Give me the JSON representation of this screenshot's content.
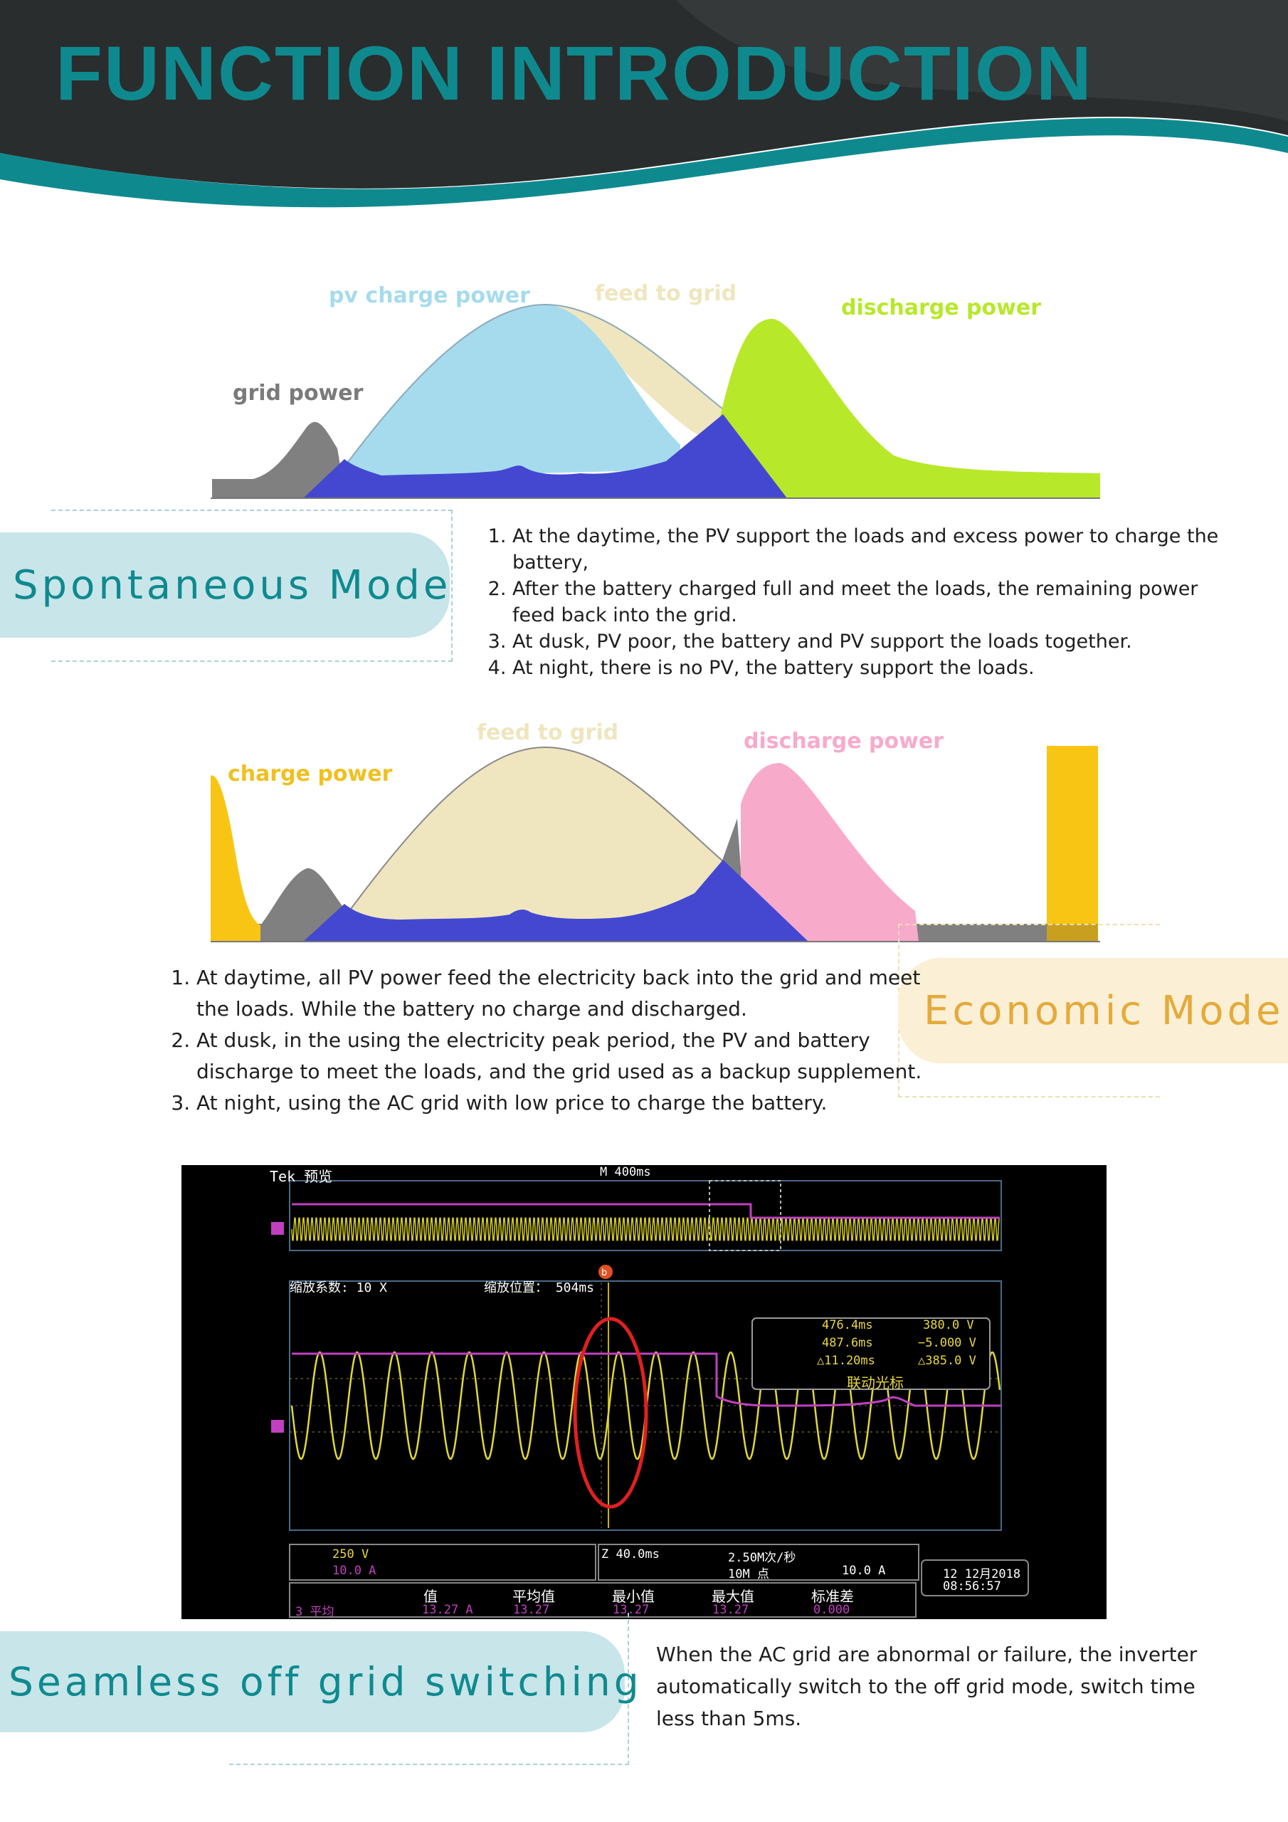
{
  "header": {
    "title": "FUNCTION INTRODUCTION"
  },
  "spontaneous": {
    "chart_labels": {
      "pv_charge_power": "pv charge power",
      "feed_to_grid": "feed to grid",
      "discharge_power": "discharge power",
      "grid_power": "grid power"
    },
    "mode_title": "Spontaneous Mode",
    "items": [
      "At the daytime, the PV support the loads and excess power to charge the battery,",
      "After the battery charged full and meet the loads, the remaining power feed back into the grid.",
      "At dusk, PV poor, the battery and PV support the loads together.",
      "At night, there is no PV, the battery support the loads."
    ]
  },
  "economic": {
    "chart_labels": {
      "feed_to_grid": "feed to grid",
      "discharge_power": "discharge power",
      "charge_power": "charge power"
    },
    "mode_title": "Economic Mode",
    "items": [
      "At daytime, all PV power feed the electricity back into the grid and meet the loads. While the battery no charge and discharged.",
      "At dusk, in the using the electricity peak period, the PV and battery discharge to meet the loads, and the grid used as a backup supplement.",
      "At night, using the AC grid with low price to charge the battery."
    ]
  },
  "oscilloscope": {
    "brand": "Tek 预览",
    "timebase": "M 400ms",
    "zoom_factor": "缩放系数: 10 X",
    "zoom_position": "缩放位置：  504ms",
    "cursor_a_time": "476.4ms",
    "cursor_a_value": "380.0 V",
    "cursor_b_time": "487.6ms",
    "cursor_b_value": "−5.000 V",
    "delta_time": "△11.20ms",
    "delta_value": "△385.0 V",
    "cursor_link": "联动光标",
    "ch1_scale": "250 V",
    "ch3_scale": "10.0 A",
    "zoom_time": "Z 40.0ms",
    "sample_rate": "2.50M次/秒",
    "record_length": "10M 点",
    "trigger_level": "10.0 A",
    "date": "12 12月2018",
    "time": "08:56:57",
    "meas_label": "3 平均",
    "col_value": "值",
    "col_mean": "平均值",
    "col_min": "最小值",
    "col_max": "最大值",
    "col_std": "标准差",
    "val_value": "13.27 A",
    "val_mean": "13.27",
    "val_min": "13.27",
    "val_max": "13.27",
    "val_std": "0.000"
  },
  "seamless": {
    "mode_title": "Seamless off grid switching",
    "description": "When the AC grid are abnormal or failure, the inverter automatically switch to the off grid mode, switch time less than 5ms."
  },
  "colors": {
    "teal": "#0e8a8f",
    "dark_band": "#2a2d2e",
    "pv_blue": "#a6dbed",
    "feed_beige": "#efe6bf",
    "discharge_green": "#b8e82a",
    "battery_blue": "#4448d0",
    "grid_gray": "#808080",
    "charge_yellow": "#f9c515",
    "discharge_pink": "#f8aacb",
    "econ_gold": "#e5aa3b"
  }
}
